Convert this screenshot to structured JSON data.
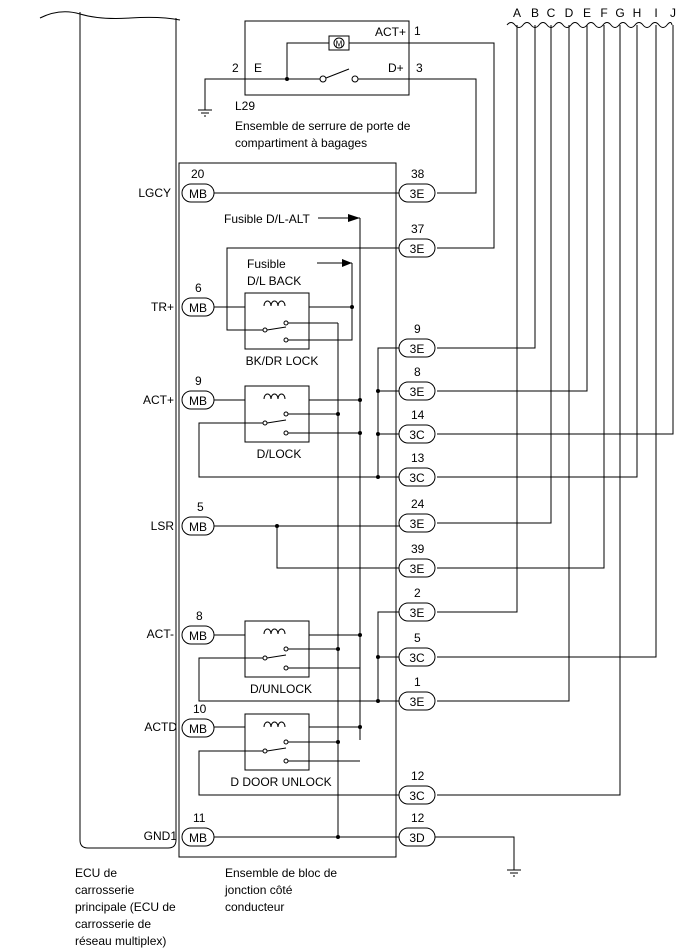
{
  "bus_letters": [
    "A",
    "B",
    "C",
    "D",
    "E",
    "F",
    "G",
    "H",
    "I",
    "J"
  ],
  "lock": {
    "motor": "M",
    "act_label": "ACT+",
    "act_pin": "1",
    "e_label": "E",
    "e_pin": "2",
    "d_label": "D+",
    "d_pin": "3",
    "code": "L29",
    "name_line1": "Ensemble de serrure de porte de",
    "name_line2": "compartiment à bagages"
  },
  "ecu_pins": [
    {
      "label": "LGCY",
      "num": "20",
      "conn": "MB"
    },
    {
      "label": "TR+",
      "num": "6",
      "conn": "MB"
    },
    {
      "label": "ACT+",
      "num": "9",
      "conn": "MB"
    },
    {
      "label": "LSR",
      "num": "5",
      "conn": "MB"
    },
    {
      "label": "ACT-",
      "num": "8",
      "conn": "MB"
    },
    {
      "label": "ACTD",
      "num": "10",
      "conn": "MB"
    },
    {
      "label": "GND1",
      "num": "11",
      "conn": "MB"
    }
  ],
  "jb_pins": [
    {
      "num": "38",
      "conn": "3E"
    },
    {
      "num": "37",
      "conn": "3E"
    },
    {
      "num": "9",
      "conn": "3E"
    },
    {
      "num": "8",
      "conn": "3E"
    },
    {
      "num": "14",
      "conn": "3C"
    },
    {
      "num": "13",
      "conn": "3C"
    },
    {
      "num": "24",
      "conn": "3E"
    },
    {
      "num": "39",
      "conn": "3E"
    },
    {
      "num": "2",
      "conn": "3E"
    },
    {
      "num": "5",
      "conn": "3C"
    },
    {
      "num": "1",
      "conn": "3E"
    },
    {
      "num": "12",
      "conn": "3C"
    },
    {
      "num": "12",
      "conn": "3D"
    }
  ],
  "fuses": {
    "dl_alt": "Fusible D/L-ALT",
    "dl_back_line1": "Fusible",
    "dl_back_line2": "D/L BACK"
  },
  "relays": [
    "BK/DR LOCK",
    "D/LOCK",
    "D/UNLOCK",
    "D DOOR UNLOCK"
  ],
  "captions": {
    "ecu": [
      "ECU de",
      "carrosserie",
      "principale (ECU de",
      "carrosserie de",
      "réseau multiplex)"
    ],
    "jb": [
      "Ensemble de bloc de",
      "jonction côté",
      "conducteur"
    ]
  }
}
